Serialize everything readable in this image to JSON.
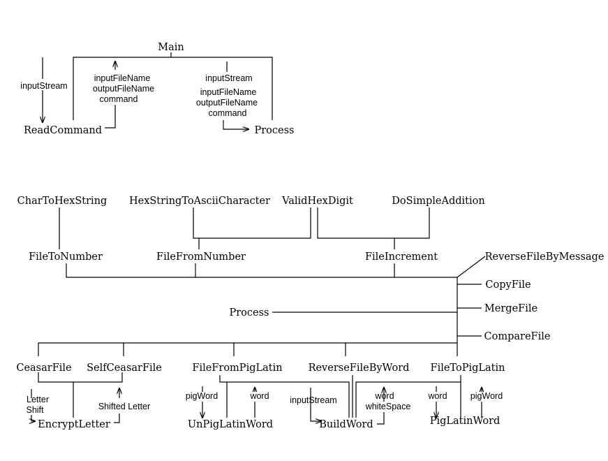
{
  "modules": {
    "main": "Main",
    "read_command": "ReadCommand",
    "process_top": "Process",
    "char_to_hex_string": "CharToHexString",
    "hex_string_to_ascii_character": "HexStringToAsciiCharacter",
    "valid_hex_digit": "ValidHexDigit",
    "do_simple_addition": "DoSimpleAddition",
    "file_to_number": "FileToNumber",
    "file_from_number": "FileFromNumber",
    "file_increment": "FileIncrement",
    "reverse_file_by_message": "ReverseFileByMessage",
    "copy_file": "CopyFile",
    "merge_file": "MergeFile",
    "compare_file": "CompareFile",
    "process": "Process",
    "ceasar_file": "CeasarFile",
    "self_ceasar_file": "SelfCeasarFile",
    "file_from_pig_latin": "FileFromPigLatin",
    "reverse_file_by_word": "ReverseFileByWord",
    "file_to_pig_latin": "FileToPigLatin",
    "encrypt_letter": "EncryptLetter",
    "un_pig_latin_word": "UnPigLatinWord",
    "build_word": "BuildWord",
    "pig_latin_word": "PigLatinWord"
  },
  "flows": {
    "main_read_in": "inputStream",
    "read_out_1": "inputFileName",
    "read_out_2": "outputFileName",
    "read_out_3": "command",
    "process_in_1": "inputStream",
    "process_in_2": "inputFileName",
    "process_in_3": "outputFileName",
    "process_in_4": "command",
    "letter": "Letter",
    "shift": "Shift",
    "shifted_letter": "Shifted Letter",
    "unpig_in": "pigWord",
    "unpig_out": "word",
    "build_in": "inputStream",
    "build_out_1": "word",
    "build_out_2": "whiteSpace",
    "pig_in": "word",
    "pig_out": "pigWord"
  }
}
